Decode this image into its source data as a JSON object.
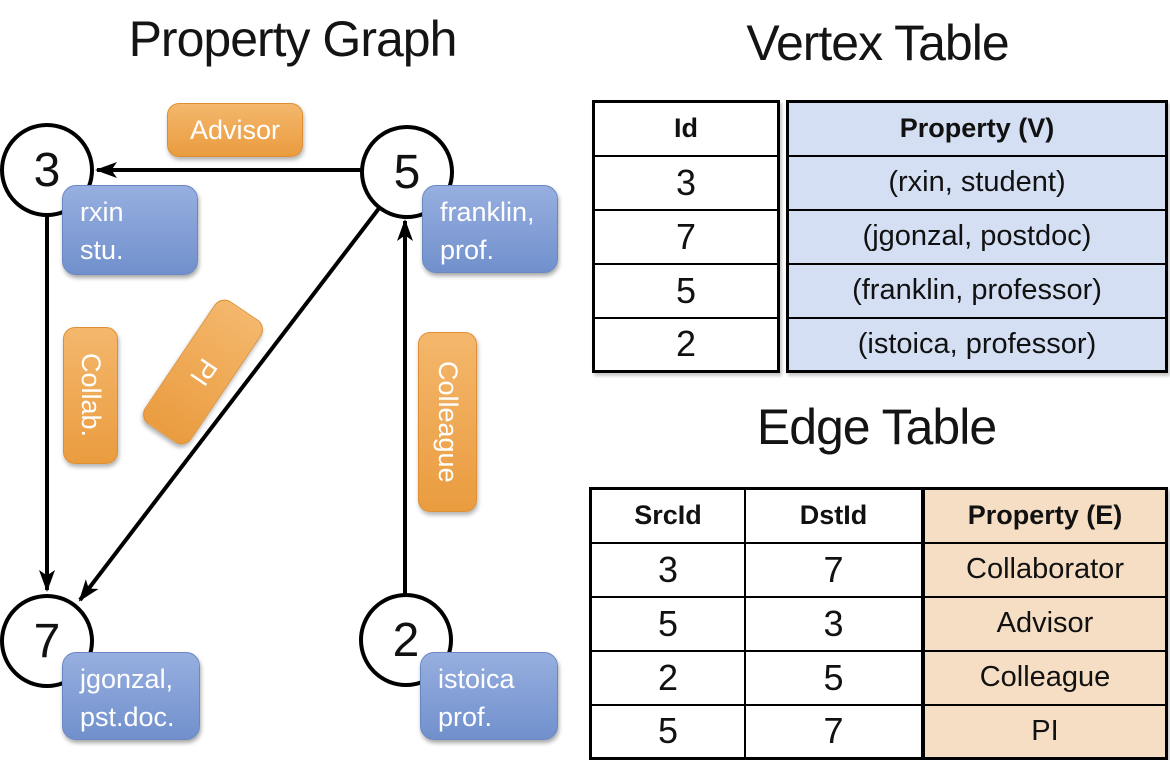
{
  "graph": {
    "title": "Property Graph",
    "nodes": [
      {
        "id": "3",
        "prop_line1": "rxin",
        "prop_line2": "stu."
      },
      {
        "id": "5",
        "prop_line1": "franklin,",
        "prop_line2": "prof."
      },
      {
        "id": "7",
        "prop_line1": "jgonzal,",
        "prop_line2": "pst.doc."
      },
      {
        "id": "2",
        "prop_line1": "istoica",
        "prop_line2": "prof."
      }
    ],
    "edge_labels": {
      "advisor": "Advisor",
      "collab": "Collab.",
      "pi": "PI",
      "colleague": "Colleague"
    }
  },
  "vertex_table": {
    "title": "Vertex Table",
    "id_header": "Id",
    "property_header": "Property (V)",
    "rows": [
      {
        "id": "3",
        "property": "(rxin, student)"
      },
      {
        "id": "7",
        "property": "(jgonzal, postdoc)"
      },
      {
        "id": "5",
        "property": "(franklin, professor)"
      },
      {
        "id": "2",
        "property": "(istoica, professor)"
      }
    ]
  },
  "edge_table": {
    "title": "Edge Table",
    "src_header": "SrcId",
    "dst_header": "DstId",
    "property_header": "Property (E)",
    "rows": [
      {
        "src": "3",
        "dst": "7",
        "property": "Collaborator"
      },
      {
        "src": "5",
        "dst": "3",
        "property": "Advisor"
      },
      {
        "src": "2",
        "dst": "5",
        "property": "Colleague"
      },
      {
        "src": "5",
        "dst": "7",
        "property": "PI"
      }
    ]
  },
  "colors": {
    "edge_label_orange_top": "#F4B76C",
    "edge_label_orange_bottom": "#EA9C3F",
    "prop_box_blue_top": "#97AFE0",
    "prop_box_blue_bottom": "#7190CC",
    "vertex_table_fill": "#D4DFF4",
    "edge_table_fill": "#F5DEC4",
    "line_color": "#000000"
  }
}
